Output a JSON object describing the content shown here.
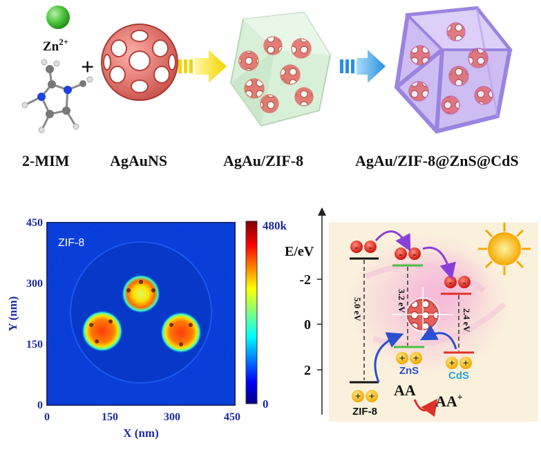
{
  "scheme": {
    "ion_label": "Zn",
    "ion_charge": "2+",
    "plus": "+",
    "labels": [
      "2-MIM",
      "AgAuNS",
      "AgAu/ZIF-8",
      "AgAu/ZIF-8@ZnS@CdS"
    ]
  },
  "field_map": {
    "inner_label": "ZIF-8",
    "x_axis_label": "X (nm)",
    "y_axis_label": "Y (nm)",
    "x_ticks": [
      "0",
      "150",
      "300",
      "450"
    ],
    "y_ticks": [
      "0",
      "150",
      "300",
      "450"
    ],
    "colorbar_max": "480k",
    "colorbar_min": "0"
  },
  "energy_diagram": {
    "axis_label": "E/eV",
    "ticks": [
      "-2",
      "0",
      "2"
    ],
    "bandgaps": [
      "5.0 eV",
      "3.2 eV",
      "2.4 eV"
    ],
    "electron_glyph": "-",
    "hole_glyph": "+",
    "materials": [
      "ZIF-8",
      "ZnS",
      "CdS"
    ],
    "reactant": "AA",
    "product_base": "AA",
    "product_sup": "+"
  }
}
